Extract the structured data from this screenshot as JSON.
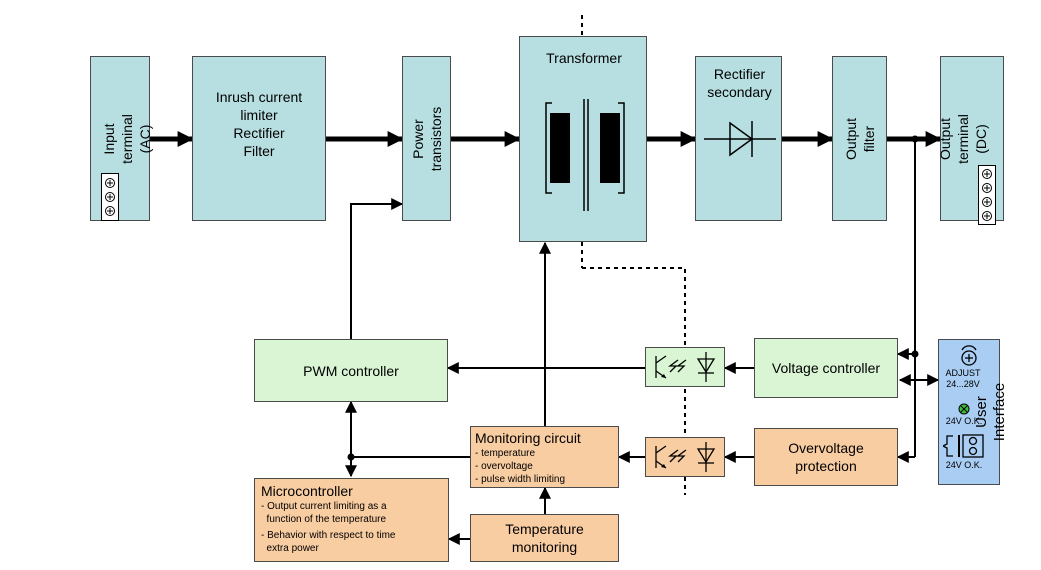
{
  "diagram": {
    "input_terminal": "Input terminal (AC)",
    "inrush_block": "Inrush current\nlimiter\nRectifier\nFilter",
    "power_transistors": "Power\ntransistors",
    "transformer": "Transformer",
    "rectifier_secondary": "Rectifier\nsecondary",
    "output_filter": "Output filter",
    "output_terminal": "Output terminal (DC)",
    "pwm_controller": "PWM controller",
    "voltage_controller": "Voltage controller",
    "overvoltage_protection": "Overvoltage\nprotection",
    "monitoring_circuit": {
      "title": "Monitoring circuit",
      "items": [
        "- temperature",
        "- overvoltage",
        "- pulse width limiting"
      ]
    },
    "microcontroller": {
      "title": "Microcontroller",
      "items": [
        "- Output current limiting as a\n  function of the temperature",
        "- Behavior with respect to time\n  extra power"
      ]
    },
    "temperature_monitoring": "Temperature\nmonitoring",
    "user_interface": {
      "title": "User Interface",
      "adjust_label": "ADJUST\n24...28V",
      "ok_led_label": "24V O.K.",
      "ok_contact_label": "24V O.K."
    }
  }
}
